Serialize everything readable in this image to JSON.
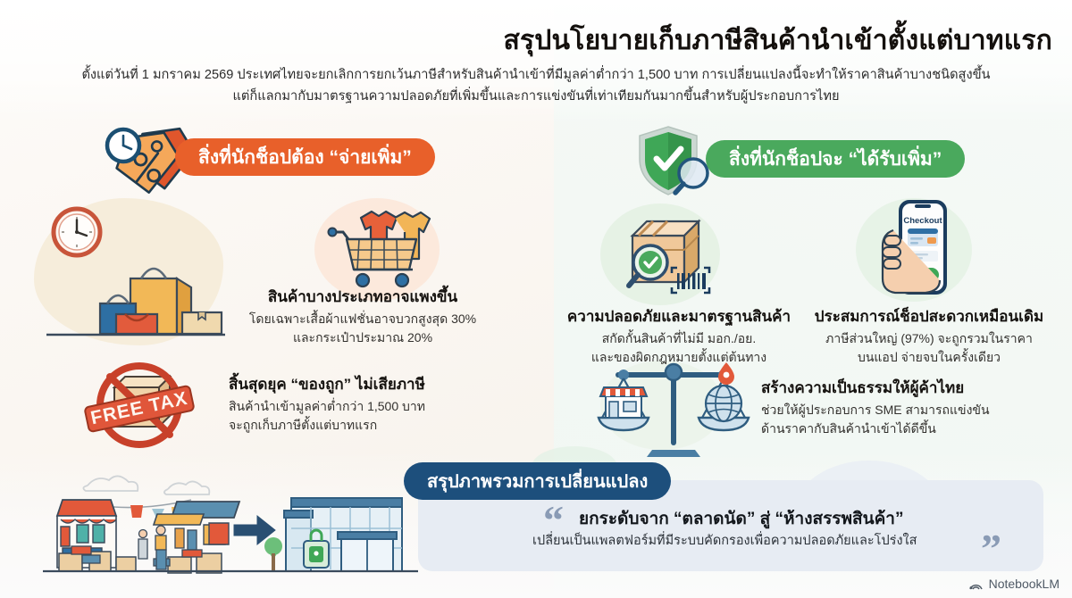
{
  "meta": {
    "language": "Thai",
    "colors": {
      "orange": "#e8602a",
      "green": "#4aa95d",
      "navy": "#1d4f7c",
      "bg_left": "#faf6f1",
      "bg_right": "#f3f8f4",
      "quote_box": "#e7ecf3"
    }
  },
  "header": {
    "title": "สรุปนโยบายเก็บภาษีสินค้านำเข้าตั้งแต่บาทแรก",
    "subtitle_line1": "ตั้งแต่วันที่ 1 มกราคม 2569 ประเทศไทยจะยกเลิกการยกเว้นภาษีสำหรับสินค้านำเข้าที่มีมูลค่าต่ำกว่า 1,500 บาท การเปลี่ยนแปลงนี้จะทำให้ราคาสินค้าบางชนิดสูงขึ้น",
    "subtitle_line2": "แต่ก็แลกมากับมาตรฐานความปลอดภัยที่เพิ่มขึ้นและการแข่งขันที่เท่าเทียมกันมากขึ้นสำหรับผู้ประกอบการไทย"
  },
  "sections": {
    "pay_more": {
      "pill_label": "สิ่งที่นักช็อปต้อง “จ่ายเพิ่ม”",
      "items": [
        {
          "id": "expensive",
          "title": "สินค้าบางประเภทอาจแพงขึ้น",
          "desc_line1": "โดยเฉพาะเสื้อผ้าแฟชั่นอาจบวกสูงสุด 30%",
          "desc_line2": "และกระเป๋าประมาณ 20%",
          "icon": "shopping-cart-clothes-icon"
        },
        {
          "id": "free_tax",
          "title": "สิ้นสุดยุค “ของถูก” ไม่เสียภาษี",
          "desc_line1": "สินค้านำเข้ามูลค่าต่ำกว่า 1,500 บาท",
          "desc_line2": "จะถูกเก็บภาษีตั้งแต่บาทแรก",
          "icon": "no-free-tax-icon",
          "badge_text": "FREE TAX"
        }
      ]
    },
    "get_more": {
      "pill_label": "สิ่งที่นักช็อปจะ “ได้รับเพิ่ม”",
      "items": [
        {
          "id": "safety",
          "title": "ความปลอดภัยและมาตรฐานสินค้า",
          "desc_line1": "สกัดกั้นสินค้าที่ไม่มี มอก./อย.",
          "desc_line2": "และของผิดกฎหมายตั้งแต่ต้นทาง",
          "icon": "box-inspection-icon"
        },
        {
          "id": "convenience",
          "title": "ประสมการณ์ช็อปสะดวกเหมือนเดิม",
          "desc_line1": "ภาษีส่วนใหญ่ (97%) จะถูกรวมในราคา",
          "desc_line2": "บนแอป จ่ายจบในครั้งเดียว",
          "icon": "phone-checkout-icon",
          "phone_label": "Checkout"
        },
        {
          "id": "fairness",
          "title": "สร้างความเป็นธรรมให้ผู้ค้าไทย",
          "desc_line1": "ช่วยให้ผู้ประกอบการ SME สามารถแข่งขัน",
          "desc_line2": "ด้านราคากับสินค้านำเข้าได้ดีขึ้น",
          "icon": "balance-scale-icon"
        }
      ]
    }
  },
  "summary": {
    "pill_label": "สรุปภาพรวมการเปลี่ยนแปลง",
    "quote_open": "“",
    "quote_close": "”",
    "quote_headline": "ยกระดับจาก “ตลาดนัด” สู่ “ห้างสรรพสินค้า”",
    "quote_subline": "เปลี่ยนเป็นแพลตฟอร์มที่มีระบบคัดกรองเพื่อความปลอดภัยและโปร่งใส",
    "illustration": "market-to-mall-arrow-icon"
  },
  "footer": {
    "brand": "NotebookLM"
  }
}
